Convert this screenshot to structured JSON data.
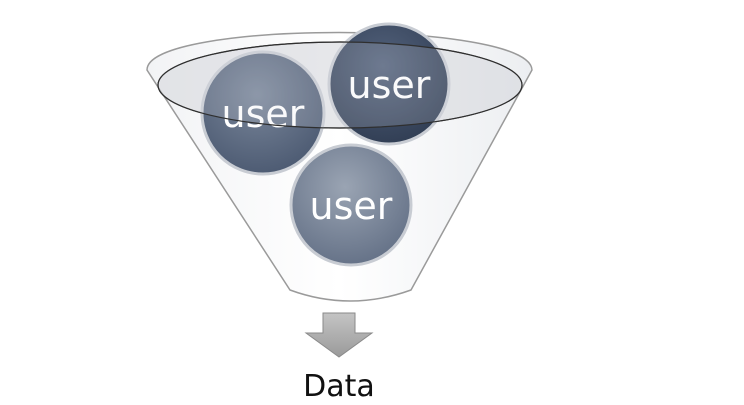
{
  "diagram": {
    "funnel_items": [
      {
        "label": "user"
      },
      {
        "label": "user"
      },
      {
        "label": "user"
      }
    ],
    "output_label": "Data"
  },
  "colors": {
    "circle_dark": "#3d4c66",
    "circle_mid": "#5c6b82",
    "circle_light": "#7a8699",
    "funnel_outline": "#9a9a9a",
    "rim_fill": "#d6d9de",
    "arrow_fill": "#a8a8a8",
    "text_white": "#ffffff",
    "text_dark": "#111111"
  }
}
